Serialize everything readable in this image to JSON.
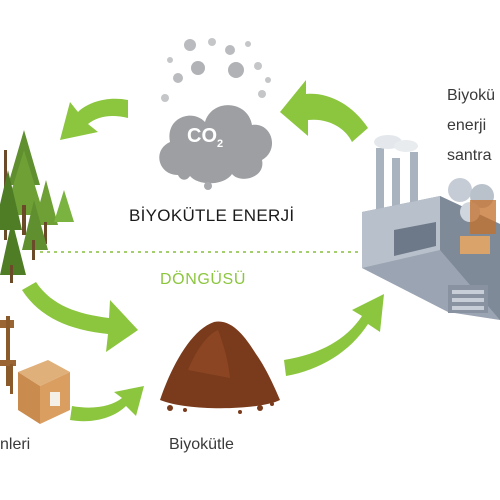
{
  "diagram": {
    "title": "BİYOKÜTLE ENERJİ",
    "subtitle": "DÖNGÜSÜ",
    "co2": {
      "main": "CO",
      "sub": "2"
    },
    "labels": {
      "plant_line1": "Biyokü",
      "plant_line2": "enerji",
      "plant_line3": "santra",
      "biomass": "Biyokütle",
      "products": "nleri"
    },
    "colors": {
      "arrow_green": "#8cc63f",
      "cloud_gray": "#a7a9ac",
      "soil_brown": "#7a3b1c",
      "tree_green": "#5f8f2e",
      "factory_gray": "#8d98a8",
      "dotted_line": "#a5cf6d"
    },
    "icons": [
      "co2-cloud-icon",
      "trees-icon",
      "factory-icon",
      "soil-pile-icon",
      "chair-icon",
      "box-icon",
      "cycle-arrow-icon"
    ]
  }
}
